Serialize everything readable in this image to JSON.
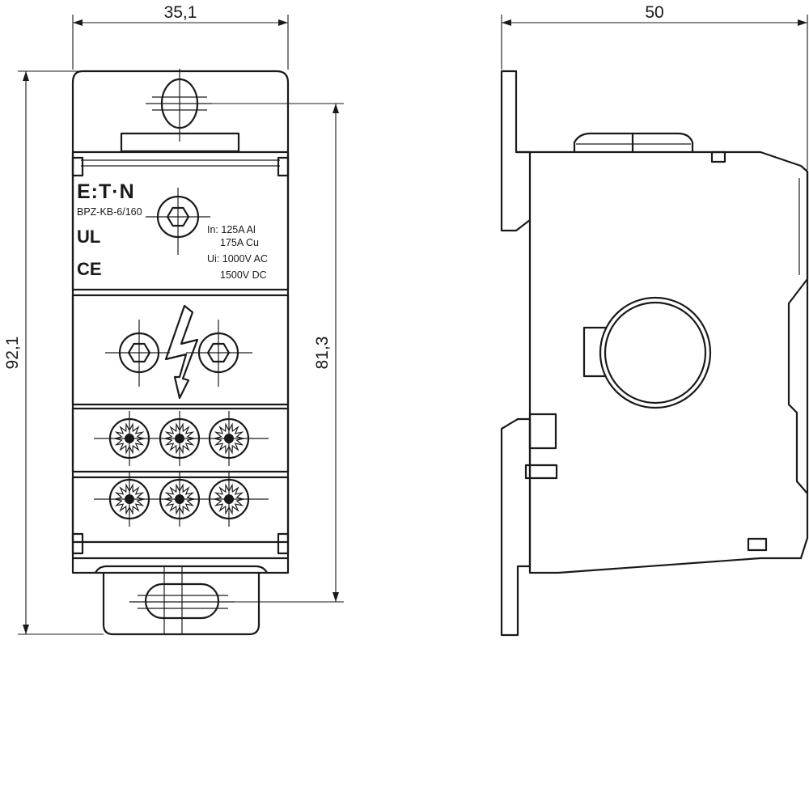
{
  "dimensions": {
    "width_front": "35,1",
    "width_side": "50",
    "height_total": "92,1",
    "height_mount": "81,3"
  },
  "product": {
    "brand": "E:T·N",
    "model": "BPZ-KB-6/160",
    "ratings": [
      "In: 125A Al",
      "175A Cu",
      "Ui: 1000V AC",
      "1500V DC"
    ],
    "marks": [
      "UL",
      "CE"
    ]
  }
}
